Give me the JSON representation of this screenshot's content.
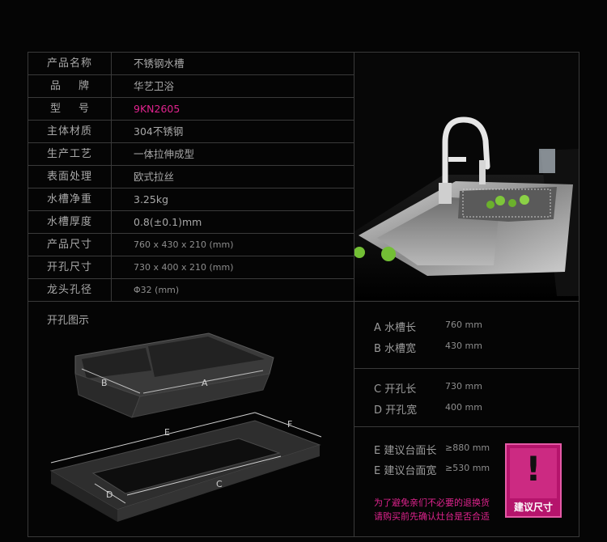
{
  "specs": [
    {
      "label": "产品名称",
      "value": "不锈钢水槽"
    },
    {
      "label": "品牌",
      "value": "华艺卫浴"
    },
    {
      "label": "型号",
      "value": "9KN2605"
    },
    {
      "label": "主体材质",
      "value": "304不锈钢"
    },
    {
      "label": "生产工艺",
      "value": "一体拉伸成型"
    },
    {
      "label": "表面处理",
      "value": "欧式拉丝"
    },
    {
      "label": "水槽净重",
      "value": "3.25kg"
    },
    {
      "label": "水槽厚度",
      "value": "0.8(±0.1)mm"
    },
    {
      "label": "产品尺寸",
      "value": "760 x 430 x 210 (mm)"
    },
    {
      "label": "开孔尺寸",
      "value": "730 x 400 x 210 (mm)"
    },
    {
      "label": "龙头孔径",
      "value": "Φ32 (mm)"
    }
  ],
  "diagram": {
    "title": "开孔图示",
    "labels": {
      "a": "A",
      "b": "B",
      "c": "C",
      "d": "D",
      "e": "E",
      "f": "F"
    }
  },
  "dimensions": {
    "a": {
      "label": "A 水槽长",
      "value": "760 mm"
    },
    "b": {
      "label": "B 水槽宽",
      "value": "430 mm"
    },
    "c": {
      "label": "C 开孔长",
      "value": "730 mm"
    },
    "d": {
      "label": "D 开孔宽",
      "value": "400 mm"
    },
    "e": {
      "label": "E 建议台面长",
      "value": "≥880 mm"
    },
    "f": {
      "label": "E 建议台面宽",
      "value": "≥530 mm"
    }
  },
  "notice": {
    "line1": "为了避免亲们不必要的退换货",
    "line2": "请购买前先确认灶台是否合适"
  },
  "badge": {
    "mark": "!",
    "text": "建议尺寸"
  },
  "colors": {
    "accent": "#e0238e",
    "badge": "#b5146c",
    "border": "#3a3a3a"
  }
}
